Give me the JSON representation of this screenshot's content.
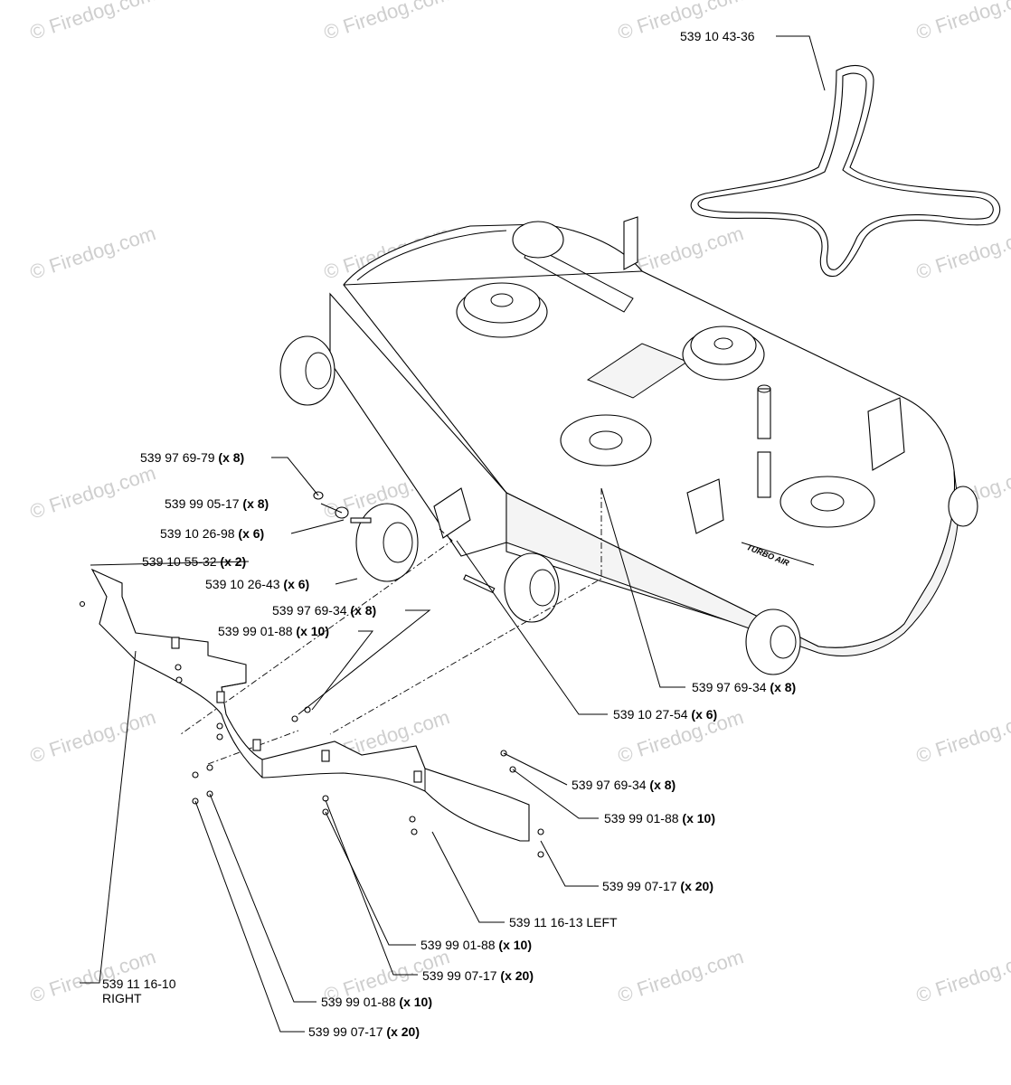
{
  "watermark": "© Firedog.com",
  "callouts": [
    {
      "id": "belt",
      "part": "539 10 43-36",
      "qty": ""
    },
    {
      "id": "bolt-69-79",
      "part": "539 97 69-79",
      "qty": "(x 8)"
    },
    {
      "id": "spacer-05-17",
      "part": "539 99 05-17",
      "qty": "(x 8)"
    },
    {
      "id": "axle-26-98",
      "part": "539 10 26-98",
      "qty": "(x 6)"
    },
    {
      "id": "bracket-55-32",
      "part": "539 10 55-32",
      "qty": "(x 2)"
    },
    {
      "id": "wheel-26-43",
      "part": "539 10 26-43",
      "qty": "(x 6)"
    },
    {
      "id": "bolt-69-34-a",
      "part": "539 97 69-34",
      "qty": "(x 8)"
    },
    {
      "id": "washer-01-88-a",
      "part": "539 99 01-88",
      "qty": "(x 10)"
    },
    {
      "id": "bolt-69-34-b",
      "part": "539 97 69-34",
      "qty": "(x 8)"
    },
    {
      "id": "pin-27-54",
      "part": "539 10 27-54",
      "qty": "(x 6)"
    },
    {
      "id": "bolt-69-34-c",
      "part": "539 97 69-34",
      "qty": "(x 8)"
    },
    {
      "id": "washer-01-88-b",
      "part": "539 99 01-88",
      "qty": "(x 10)"
    },
    {
      "id": "nut-07-17-a",
      "part": "539 99 07-17",
      "qty": "(x 20)"
    },
    {
      "id": "baffle-left",
      "part": "539 11 16-13 LEFT",
      "qty": ""
    },
    {
      "id": "washer-01-88-c",
      "part": "539 99 01-88",
      "qty": "(x 10)"
    },
    {
      "id": "nut-07-17-b",
      "part": "539 99 07-17",
      "qty": "(x 20)"
    },
    {
      "id": "baffle-right",
      "part": "539 11 16-10",
      "side": "RIGHT",
      "qty": ""
    },
    {
      "id": "washer-01-88-d",
      "part": "539 99 01-88",
      "qty": "(x 10)"
    },
    {
      "id": "nut-07-17-c",
      "part": "539 99 07-17",
      "qty": "(x 20)"
    }
  ],
  "deck_logo": "TURBO AIR"
}
